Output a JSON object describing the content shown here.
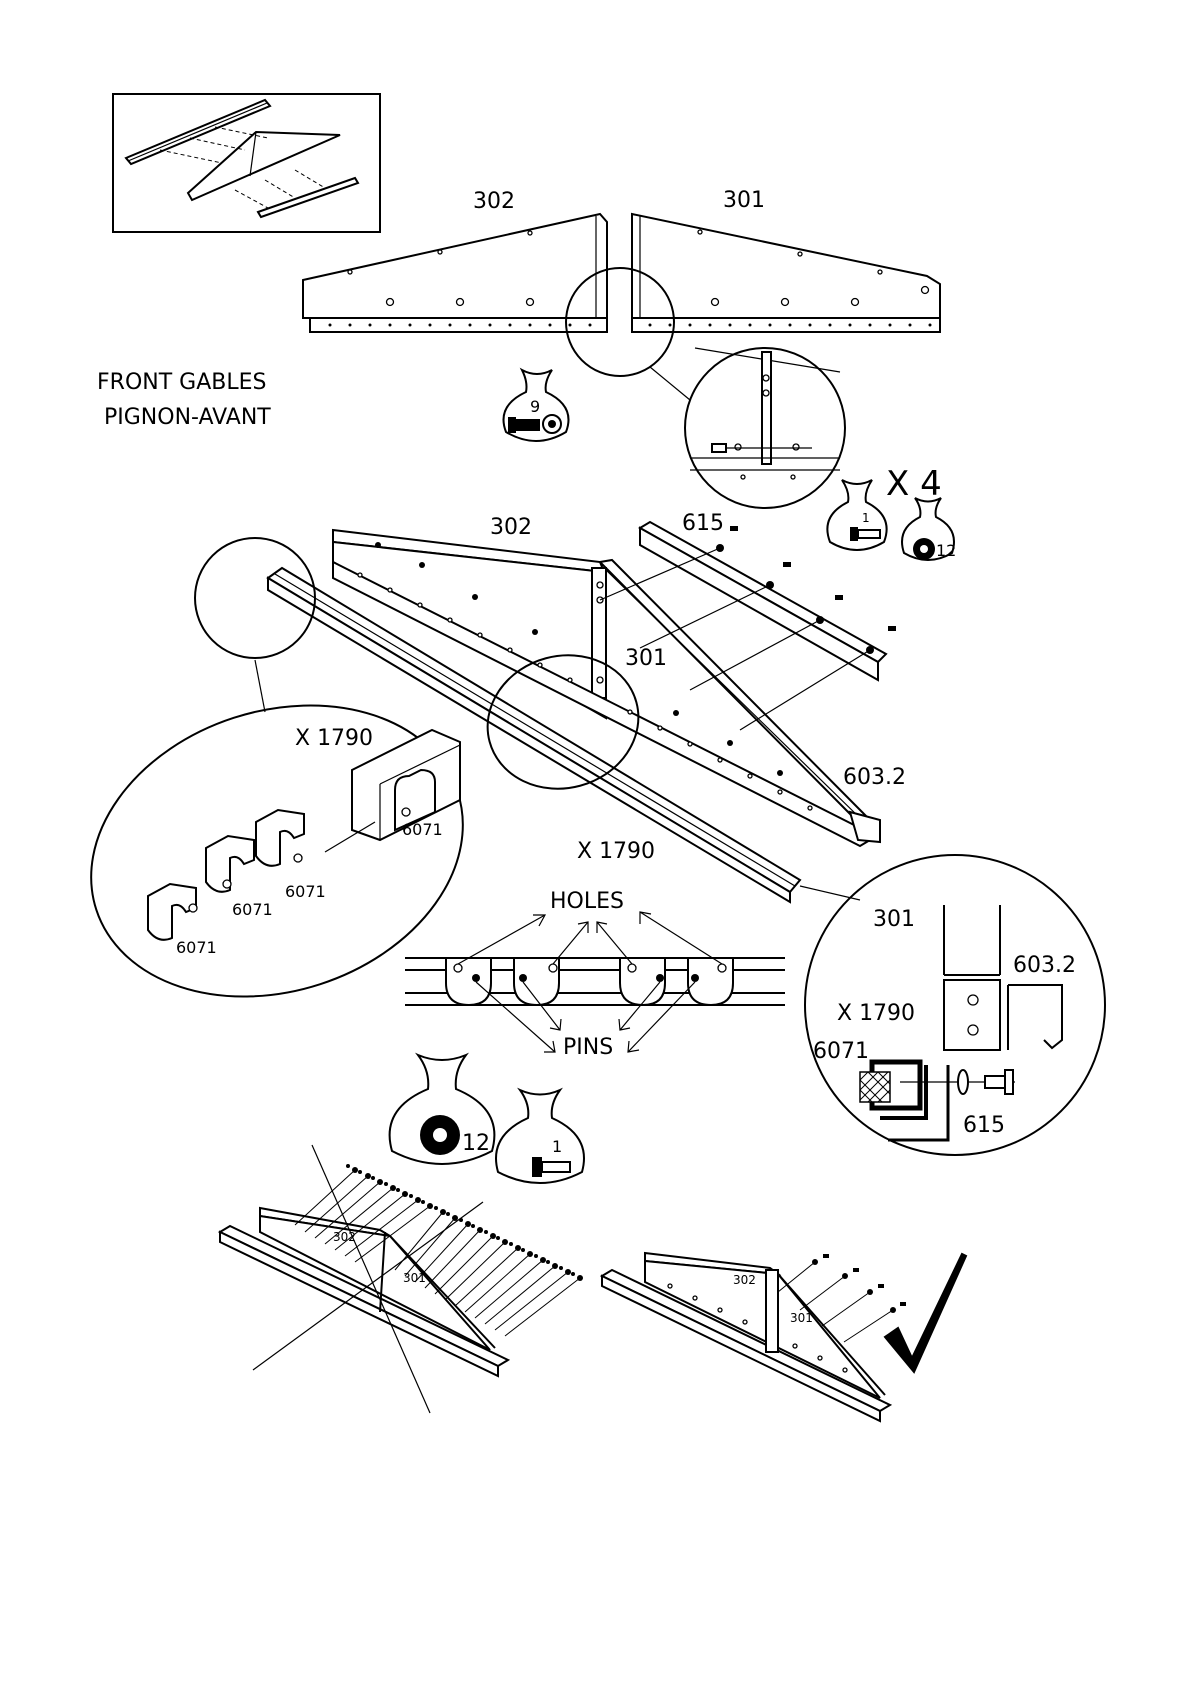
{
  "title": {
    "en": "FRONT GABLES",
    "fr": "PIGNON-AVANT"
  },
  "parts": {
    "p302": "302",
    "p301": "301",
    "p615": "615",
    "p6032": "603.2",
    "p6071": "6071"
  },
  "qty": {
    "x4": "X  4",
    "x1790": "X  1790"
  },
  "bags": {
    "bolt_nut": "9",
    "screw": "1",
    "washer": "12"
  },
  "callouts": {
    "holes": "HOLES",
    "pins": "PINS"
  },
  "colors": {
    "ink": "#000000",
    "paper": "#ffffff"
  },
  "icons": [
    "checkmark-icon",
    "parts-bag-icon",
    "bolt-icon",
    "washer-icon",
    "screw-icon"
  ]
}
